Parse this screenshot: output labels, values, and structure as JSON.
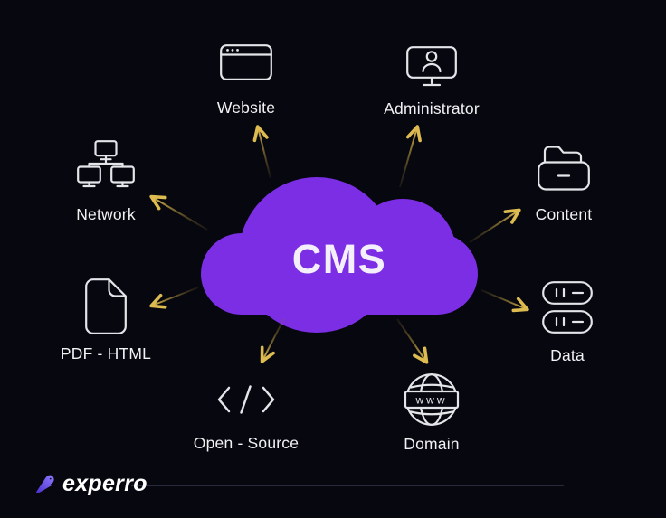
{
  "diagram": {
    "title": "CMS",
    "nodes": [
      {
        "label": "Website"
      },
      {
        "label": "Administrator"
      },
      {
        "label": "Network"
      },
      {
        "label": "Content"
      },
      {
        "label": "PDF - HTML"
      },
      {
        "label": "Data"
      },
      {
        "label": "Open - Source"
      },
      {
        "label": "Domain"
      }
    ],
    "domain_icon_text": "www",
    "colors": {
      "background": "#06070F",
      "cloud_purple": "#7C2EE5",
      "arrow_gold": "#D9B64C",
      "icon_stroke": "#E4E5E9",
      "label_text": "#F2F2F4"
    }
  },
  "footer": {
    "brand": "experro"
  }
}
